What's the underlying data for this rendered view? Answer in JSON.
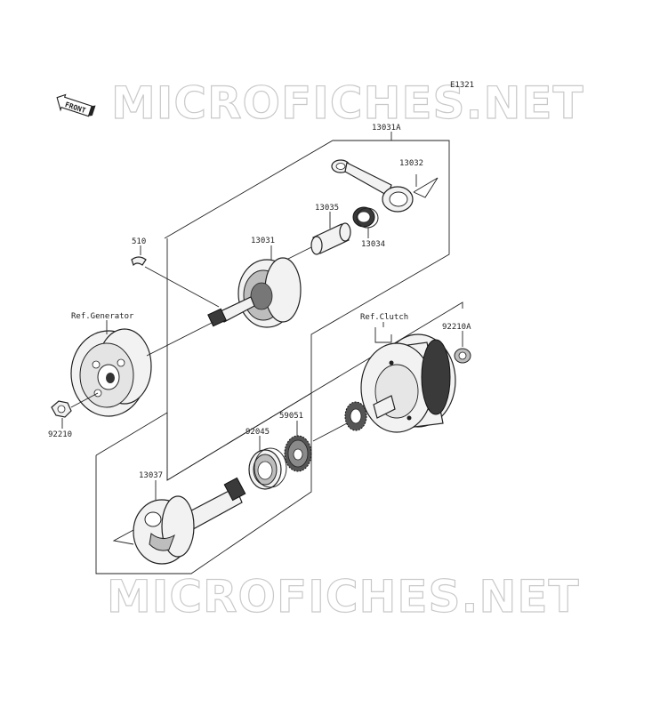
{
  "watermarks": [
    "MICROFICHES.NET",
    "MICROFICHES.NET"
  ],
  "diagram_id": "E1321",
  "front_badge": "FRONT",
  "labels": {
    "p13031A": "13031A",
    "p13032": "13032",
    "p13035": "13035",
    "p13034": "13034",
    "p510": "510",
    "p13031": "13031",
    "ref_generator": "Ref.Generator",
    "ref_clutch": "Ref.Clutch",
    "p92210A": "92210A",
    "p92210": "92210",
    "p59051": "59051",
    "p92045": "92045",
    "p13037": "13037"
  }
}
